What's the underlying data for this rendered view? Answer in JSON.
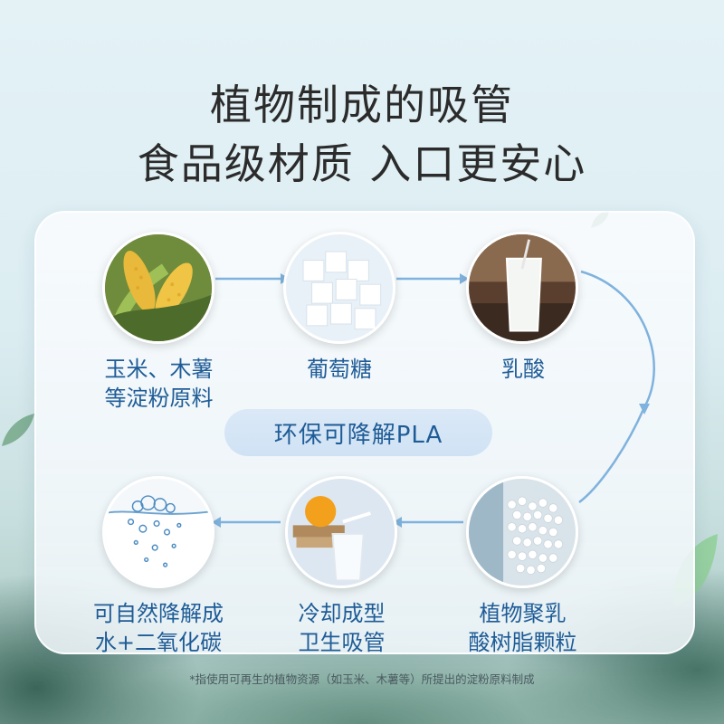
{
  "title": {
    "line1": "植物制成的吸管",
    "line2": "食品级材质 入口更安心"
  },
  "steps": [
    {
      "line1": "玉米、木薯",
      "line2": "等淀粉原料",
      "icon": "corn-image"
    },
    {
      "line1": "葡萄糖",
      "line2": "",
      "icon": "sugar-cubes-image"
    },
    {
      "line1": "乳酸",
      "line2": "",
      "icon": "glass-of-liquid-image"
    },
    {
      "line1": "植物聚乳",
      "line2": "酸树脂颗粒",
      "icon": "white-granules-image"
    },
    {
      "line1": "冷却成型",
      "line2": "卫生吸管",
      "icon": "straw-in-glass-image"
    },
    {
      "line1": "可自然降解成",
      "line2": "水+二氧化碳",
      "icon": "water-bubbles-image"
    }
  ],
  "center_badge": "环保可降解PLA",
  "footnote": "*指使用可再生的植物资源（如玉米、木薯等）所提出的淀粉原料制成",
  "colors": {
    "accent_text": "#1f5c97",
    "arrow": "#7fb2dd",
    "badge_bg": "#d5e6f6"
  }
}
